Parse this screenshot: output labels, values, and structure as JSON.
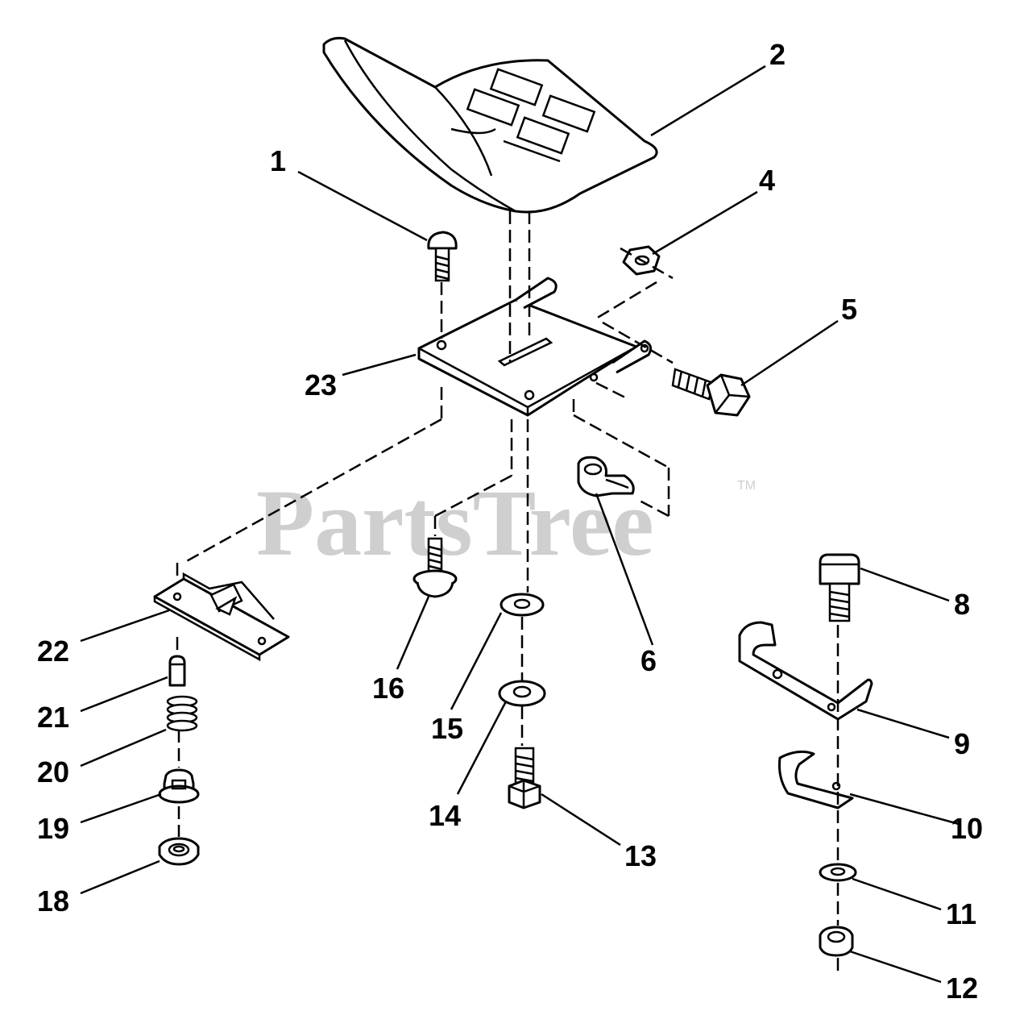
{
  "watermark": {
    "text": "PartsTree",
    "trademark": "TM",
    "color": "#cfcfcf"
  },
  "labels": {
    "p1": "1",
    "p2": "2",
    "p4": "4",
    "p5": "5",
    "p6": "6",
    "p8": "8",
    "p9": "9",
    "p10": "10",
    "p11": "11",
    "p12": "12",
    "p13": "13",
    "p14": "14",
    "p15": "15",
    "p16": "16",
    "p18": "18",
    "p19": "19",
    "p20": "20",
    "p21": "21",
    "p22": "22",
    "p23": "23"
  }
}
